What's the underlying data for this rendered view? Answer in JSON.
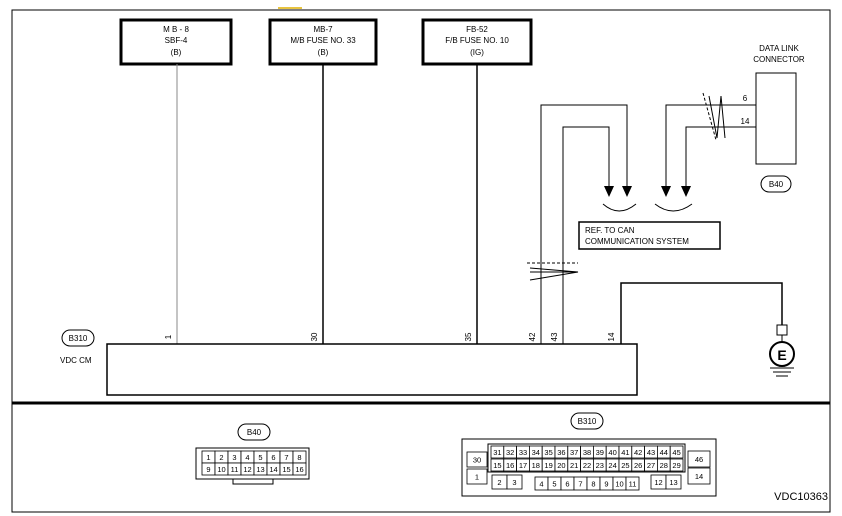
{
  "fuse_boxes": [
    {
      "line1": "M B - 8",
      "line2": "SBF-4",
      "line3": "(B)"
    },
    {
      "line1": "MB-7",
      "line2": "M/B FUSE NO. 33",
      "line3": "(B)"
    },
    {
      "line1": "FB-52",
      "line2": "F/B FUSE NO. 10",
      "line3": "(IG)"
    }
  ],
  "data_link": {
    "title_line1": "DATA LINK",
    "title_line2": "CONNECTOR",
    "pin_a": "6",
    "pin_b": "14",
    "code": "B40"
  },
  "can_ref": {
    "line1": "REF. TO CAN",
    "line2": "COMMUNICATION SYSTEM"
  },
  "module": {
    "code": "B310",
    "name": "VDC CM",
    "pins": [
      "1",
      "30",
      "35",
      "42",
      "43",
      "14"
    ]
  },
  "ground": {
    "symbol": "E"
  },
  "b40_connector": {
    "code": "B40",
    "row1": [
      "1",
      "2",
      "3",
      "4",
      "5",
      "6",
      "7",
      "8"
    ],
    "row2": [
      "9",
      "10",
      "11",
      "12",
      "13",
      "14",
      "15",
      "16"
    ]
  },
  "b310_connector": {
    "code": "B310",
    "left_top": "30",
    "left_bottom": "1",
    "row1": [
      "31",
      "32",
      "33",
      "34",
      "35",
      "36",
      "37",
      "38",
      "39",
      "40",
      "41",
      "42",
      "43",
      "44",
      "45"
    ],
    "row2": [
      "15",
      "16",
      "17",
      "18",
      "19",
      "20",
      "21",
      "22",
      "23",
      "24",
      "25",
      "26",
      "27",
      "28",
      "29"
    ],
    "row3_left": [
      "2",
      "3"
    ],
    "row3_mid": [
      "4",
      "5",
      "6",
      "7",
      "8",
      "9",
      "10",
      "11"
    ],
    "row3_right": [
      "12",
      "13"
    ],
    "right_top": "46",
    "right_bottom": "14"
  },
  "figure_id": "VDC10363"
}
